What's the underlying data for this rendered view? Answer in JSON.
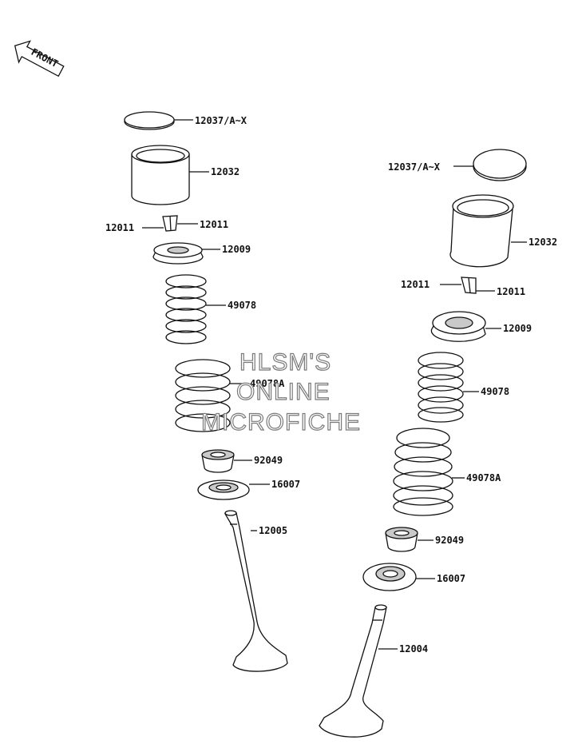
{
  "front_marker": {
    "text": "FRONT",
    "icon": "front-arrow-icon"
  },
  "watermark": {
    "line1": "HLSM'S",
    "line2": "ONLINE",
    "line3": "MICROFICHE"
  },
  "left_assembly": {
    "shim": "12037/A~X",
    "lifter": "12032",
    "keeper_left": "12011",
    "keeper_right": "12011",
    "retainer": "12009",
    "inner_spring": "49078",
    "outer_spring": "49078A",
    "stem_seal": "92049",
    "spring_seat": "16007",
    "valve": "12005"
  },
  "right_assembly": {
    "shim": "12037/A~X",
    "lifter": "12032",
    "keeper_left": "12011",
    "keeper_right": "12011",
    "retainer": "12009",
    "inner_spring": "49078",
    "outer_spring": "49078A",
    "stem_seal": "92049",
    "spring_seat": "16007",
    "valve": "12004"
  },
  "colors": {
    "line": "#111111",
    "shade": "#c9c9c9",
    "watermark_outline": "#7a7a7a"
  }
}
